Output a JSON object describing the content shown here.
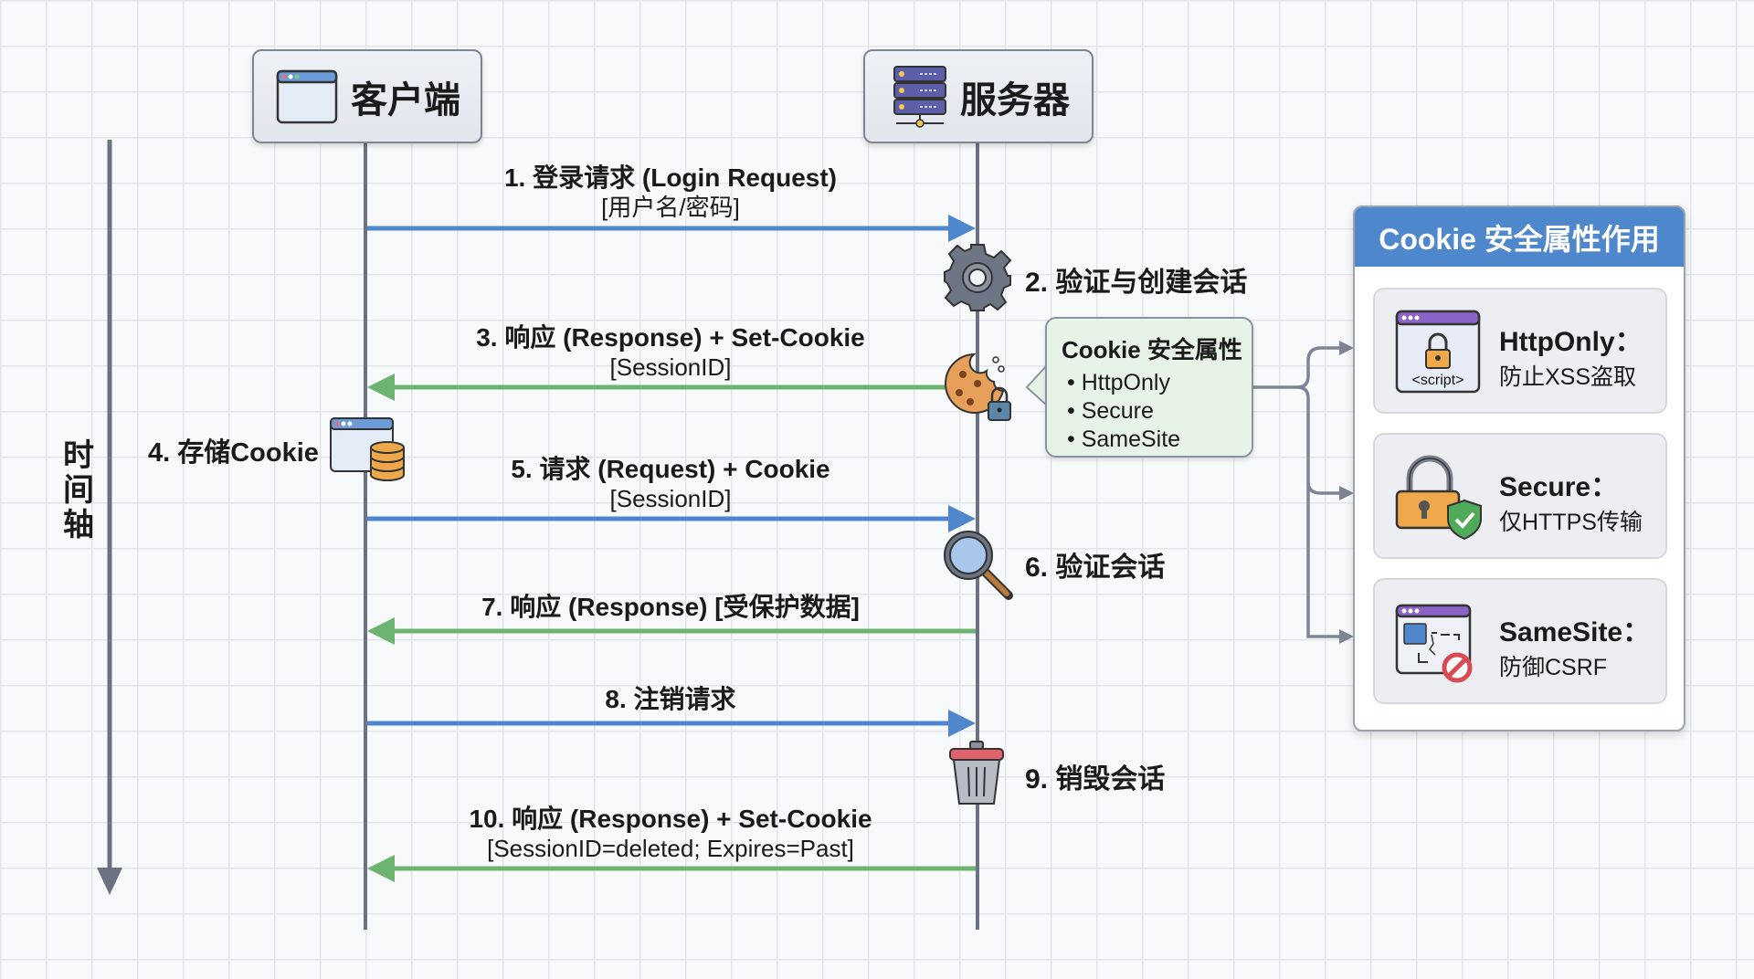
{
  "actors": {
    "client": {
      "label": "客户端",
      "icon": "browser-window-icon"
    },
    "server": {
      "label": "服务器",
      "icon": "server-rack-icon"
    }
  },
  "timeline": {
    "label_chars": [
      "时",
      "间",
      "轴"
    ],
    "label": "时间轴"
  },
  "messages": [
    {
      "id": 1,
      "title": "1. 登录请求 (Login Request)",
      "sub": "[用户名/密码]",
      "direction": "client-to-server",
      "color": "#4f87cc"
    },
    {
      "id": 3,
      "title": "3. 响应 (Response) + Set-Cookie",
      "sub": "[SessionID]",
      "direction": "server-to-client",
      "color": "#6cb36f"
    },
    {
      "id": 5,
      "title": "5. 请求 (Request) + Cookie",
      "sub": "[SessionID]",
      "direction": "client-to-server",
      "color": "#4f87cc"
    },
    {
      "id": 7,
      "title": "7. 响应 (Response) [受保护数据]",
      "sub": "",
      "direction": "server-to-client",
      "color": "#6cb36f"
    },
    {
      "id": 8,
      "title": "8. 注销请求",
      "sub": "",
      "direction": "client-to-server",
      "color": "#4f87cc"
    },
    {
      "id": 10,
      "title": "10. 响应 (Response) + Set-Cookie",
      "sub": "[SessionID=deleted; Expires=Past]",
      "direction": "server-to-client",
      "color": "#6cb36f"
    }
  ],
  "server_steps": [
    {
      "label": "2. 验证与创建会话",
      "icon": "gear-icon"
    },
    {
      "label": "6. 验证会话",
      "icon": "magnifier-icon"
    },
    {
      "label": "9. 销毁会话",
      "icon": "trash-can-icon"
    }
  ],
  "client_steps": [
    {
      "label": "4. 存储Cookie",
      "icon": "browser-database-icon"
    }
  ],
  "callout": {
    "title": "Cookie 安全属性",
    "items": [
      "HttpOnly",
      "Secure",
      "SameSite"
    ]
  },
  "panel": {
    "title": "Cookie 安全属性作用",
    "cards": [
      {
        "name": "HttpOnly：",
        "desc": "防止XSS盗取",
        "icon": "script-lock-icon",
        "icon_text": "<script>"
      },
      {
        "name": "Secure：",
        "desc": "仅HTTPS传输",
        "icon": "padlock-shield-icon"
      },
      {
        "name": "SameSite：",
        "desc": "防御CSRF",
        "icon": "cross-site-block-icon"
      }
    ]
  },
  "colors": {
    "request": "#4f87cc",
    "response": "#6cb36f",
    "lifeline": "#6b7383",
    "panel_header": "#4f87cc"
  }
}
